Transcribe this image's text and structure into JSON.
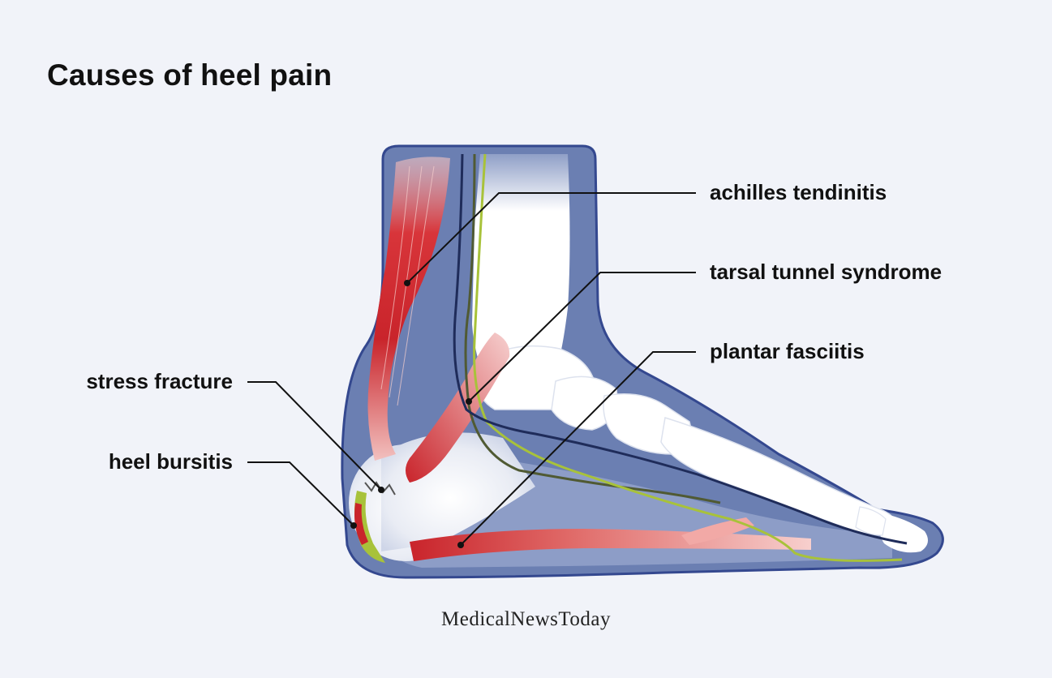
{
  "title": "Causes of heel pain",
  "labels": {
    "achilles": "achilles tendinitis",
    "tarsal": "tarsal tunnel syndrome",
    "plantar": "plantar fasciitis",
    "stress": "stress fracture",
    "bursitis": "heel bursitis"
  },
  "brand": "MedicalNewsToday",
  "colors": {
    "background": "#f1f3f9",
    "skin": "#6b7fb2",
    "skin_outline": "#34488f",
    "bone": "#ffffff",
    "muscle": "#c9242b",
    "nerve_green": "#a8c23a",
    "nerve_dark": "#505a33",
    "nerve_navy": "#1f2c5a"
  }
}
